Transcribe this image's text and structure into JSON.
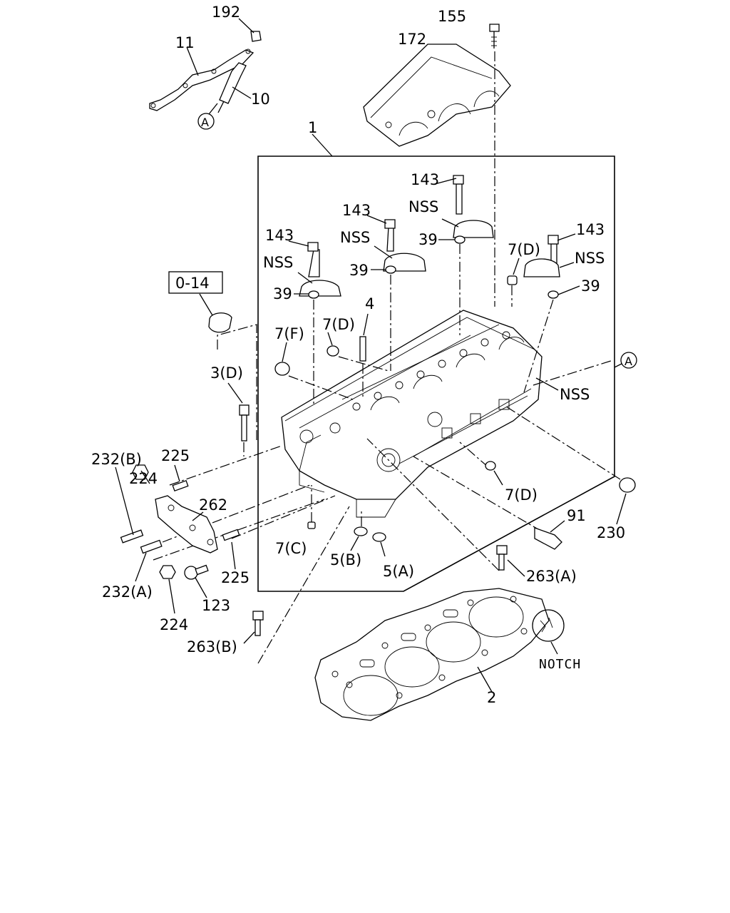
{
  "labels": {
    "l192": "192",
    "l11": "11",
    "l10": "10",
    "lA1": "A",
    "l155": "155",
    "l172": "172",
    "l1": "1",
    "l143a": "143",
    "l143b": "143",
    "l143c": "143",
    "l143d": "143",
    "lNSSa": "NSS",
    "lNSSb": "NSS",
    "lNSSc": "NSS",
    "lNSSd": "NSS",
    "lNSSe": "NSS",
    "l39a": "39",
    "l39b": "39",
    "l39c": "39",
    "l39d": "39",
    "l7Da": "7(D)",
    "l7Db": "7(D)",
    "l7Dc": "7(D)",
    "l7F": "7(F)",
    "l4": "4",
    "l014": "0-14",
    "l3D": "3(D)",
    "lA2": "A",
    "l232B": "232(B)",
    "l225a": "225",
    "l224a": "224",
    "l262": "262",
    "l7C": "7(C)",
    "l5B": "5(B)",
    "l5A": "5(A)",
    "l91": "91",
    "l230": "230",
    "l263A": "263(A)",
    "l232A": "232(A)",
    "l225b": "225",
    "l123": "123",
    "l224b": "224",
    "l263B": "263(B)",
    "lNOTCH": "NOTCH",
    "l2": "2"
  }
}
